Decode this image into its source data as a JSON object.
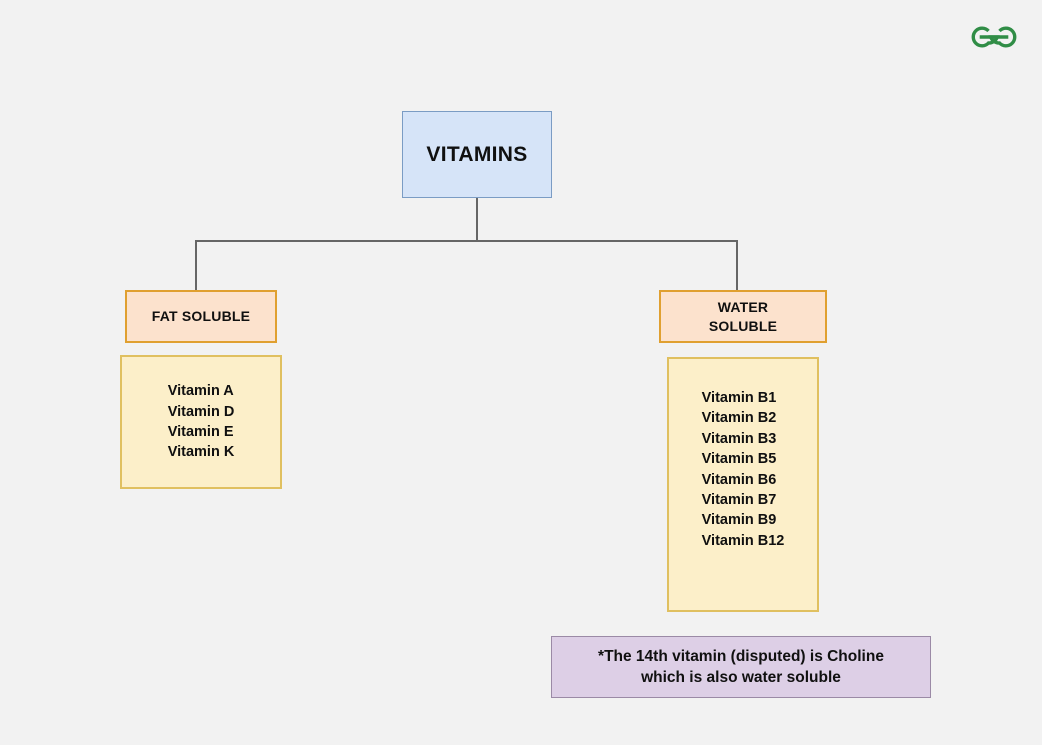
{
  "page": {
    "background_color": "#f2f2f2",
    "logo": {
      "name": "geeksforgeeks-logo",
      "color": "#308d46"
    }
  },
  "diagram": {
    "type": "hierarchy-tree",
    "root": {
      "label": "VITAMINS",
      "fill_color": "#d6e4f8",
      "border_color": "#7b9cc4"
    },
    "branches": [
      {
        "id": "fat-soluble",
        "label": "FAT SOLUBLE",
        "fill_color": "#fce2cd",
        "border_color": "#e0a030",
        "items": [
          "Vitamin A",
          "Vitamin D",
          "Vitamin E",
          "Vitamin K"
        ],
        "items_fill_color": "#fcefc9",
        "items_border_color": "#e0c060"
      },
      {
        "id": "water-soluble",
        "label_line1": "WATER",
        "label_line2": "SOLUBLE",
        "fill_color": "#fce2cd",
        "border_color": "#e0a030",
        "items": [
          "Vitamin B1",
          "Vitamin B2",
          "Vitamin B3",
          "Vitamin B5",
          "Vitamin B6",
          "Vitamin B7",
          "Vitamin B9",
          "Vitamin B12"
        ],
        "items_fill_color": "#fcefc9",
        "items_border_color": "#e0c060"
      }
    ],
    "footnote": {
      "line1": "*The 14th vitamin (disputed) is Choline",
      "line2": "which is also water soluble",
      "fill_color": "#ddcfe6",
      "border_color": "#9b8aa6"
    }
  }
}
